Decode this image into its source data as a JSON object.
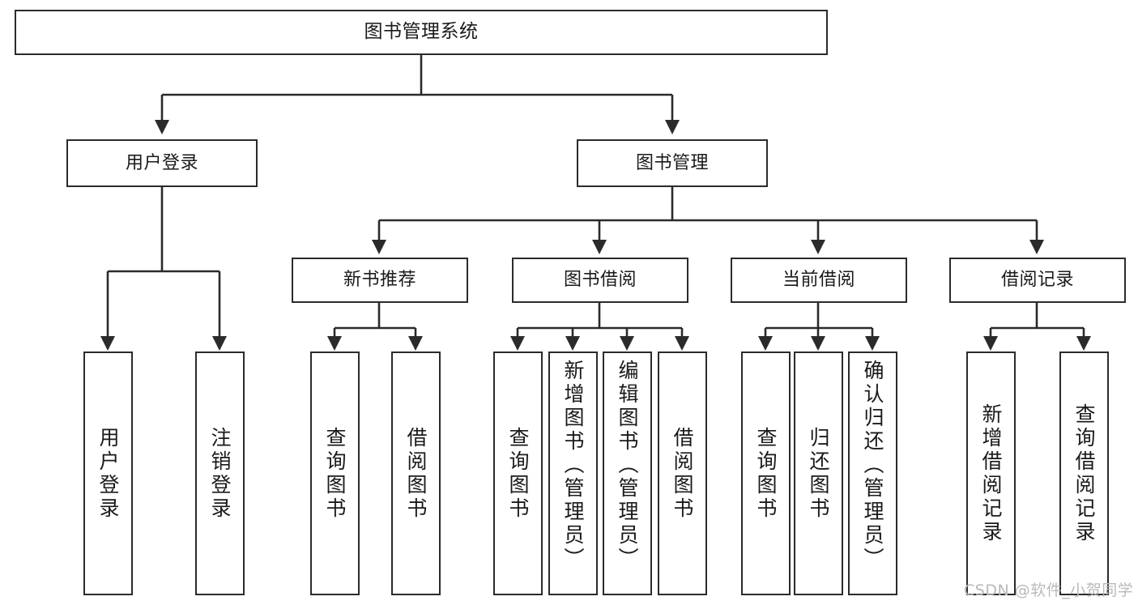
{
  "diagram": {
    "title": "图书管理系统",
    "type": "tree",
    "watermark": "CSDN @软件_小贺同学",
    "colors": {
      "box_border": "#2b2b2b",
      "box_fill": "#ffffff",
      "edge": "#2b2b2b",
      "text": "#1a1a1a",
      "watermark": "#b9b9b9",
      "background": "#ffffff"
    },
    "levels": {
      "root": "图书管理系统",
      "level2": [
        "用户登录",
        "图书管理"
      ],
      "level3": [
        "新书推荐",
        "图书借阅",
        "当前借阅",
        "借阅记录"
      ],
      "leaves": [
        "用户登录",
        "注销登录",
        "查询图书",
        "借阅图书",
        "查询图书",
        "新增图书（管理员）",
        "编辑图书（管理员）",
        "借阅图书",
        "查询图书",
        "归还图书",
        "确认归还（管理员）",
        "新增借阅记录",
        "查询借阅记录"
      ]
    },
    "nodes": {
      "root": {
        "label": "图书管理系统"
      },
      "user_login": {
        "label": "用户登录"
      },
      "book_manage": {
        "label": "图书管理"
      },
      "new_book_rec": {
        "label": "新书推荐"
      },
      "book_borrow": {
        "label": "图书借阅"
      },
      "current_borrow": {
        "label": "当前借阅"
      },
      "borrow_record": {
        "label": "借阅记录"
      },
      "leaf_user_login": {
        "label": "用户登录"
      },
      "leaf_logout": {
        "label": "注销登录"
      },
      "leaf_query_book_1": {
        "label": "查询图书"
      },
      "leaf_borrow_book_1": {
        "label": "借阅图书"
      },
      "leaf_query_book_2": {
        "label": "查询图书"
      },
      "leaf_add_book": {
        "label": "新增图书（管理员）"
      },
      "leaf_edit_book": {
        "label": "编辑图书（管理员）"
      },
      "leaf_borrow_book_2": {
        "label": "借阅图书"
      },
      "leaf_query_book_3": {
        "label": "查询图书"
      },
      "leaf_return_book": {
        "label": "归还图书"
      },
      "leaf_confirm_return": {
        "label": "确认归还（管理员）"
      },
      "leaf_add_record": {
        "label": "新增借阅记录"
      },
      "leaf_query_record": {
        "label": "查询借阅记录"
      }
    }
  }
}
